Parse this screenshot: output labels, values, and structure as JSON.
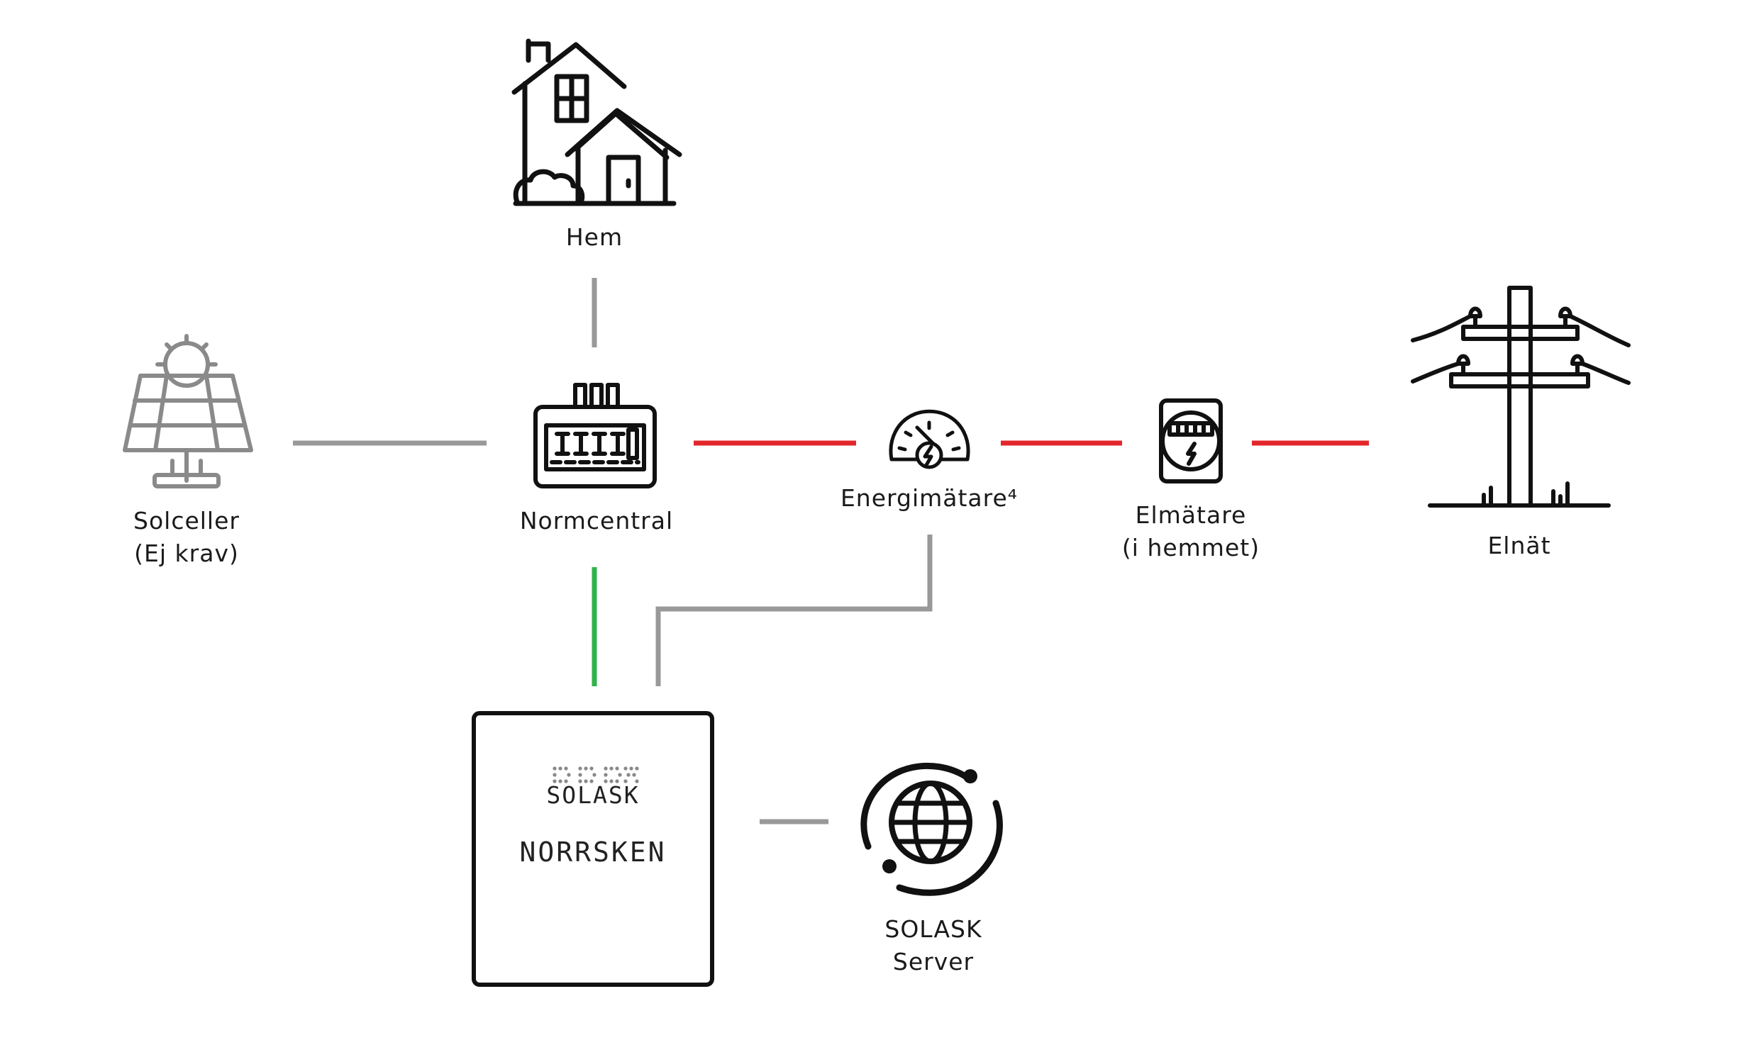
{
  "nodes": {
    "home": {
      "label": "Hem",
      "icon": "house-icon"
    },
    "solar": {
      "label_line1": "Solceller",
      "label_line2": "(Ej krav)",
      "icon": "solar-panel-icon"
    },
    "distribution_board": {
      "label": "Normcentral",
      "icon": "fuse-box-icon"
    },
    "energy_meter": {
      "label": "Energimätare⁴",
      "icon": "gauge-icon"
    },
    "electricity_meter": {
      "label_line1": "Elmätare",
      "label_line2": "(i hemmet)",
      "icon": "electric-meter-icon"
    },
    "grid": {
      "label": "Elnät",
      "icon": "power-pole-icon"
    },
    "device": {
      "brand": "SOLASK",
      "model": "NORRSKEN"
    },
    "server": {
      "label_line1": "SOLASK",
      "label_line2": "Server",
      "icon": "globe-icon"
    }
  },
  "colors": {
    "data_link": "#999999",
    "grid_power": "#e3262c",
    "home_power": "#2fb34a",
    "icon_black": "#111111",
    "icon_gray": "#8a8a8a"
  }
}
